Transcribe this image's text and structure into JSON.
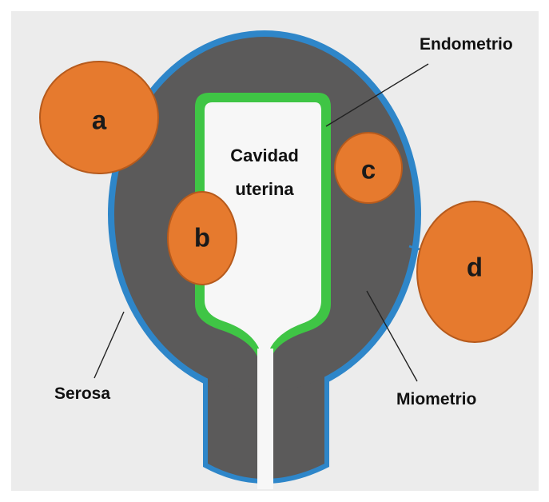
{
  "labels": {
    "endometrio": "Endometrio",
    "cavidad_line1": "Cavidad",
    "cavidad_line2": "uterina",
    "serosa": "Serosa",
    "miometrio": "Miometrio"
  },
  "markers": {
    "a": "a",
    "b": "b",
    "c": "c",
    "d": "d"
  },
  "colors": {
    "paper": "#ededed",
    "serosa": "#2e86c9",
    "miometrio": "#5b5a5a",
    "endometrio": "#3fc545",
    "cavidad": "#f7f7f7",
    "marker_fill": "#e67a2e",
    "marker_stroke": "#b65a1c"
  }
}
